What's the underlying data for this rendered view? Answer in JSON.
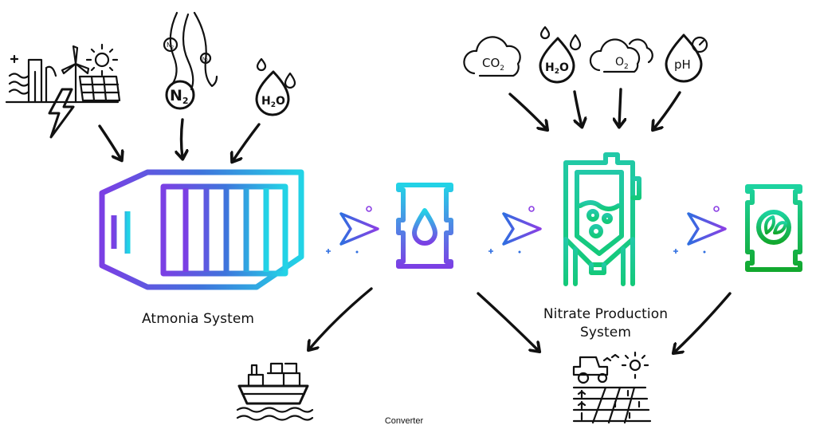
{
  "labels": {
    "atmonia_system": "Atmonia System",
    "nitrate_line1": "Nitrate Production",
    "nitrate_line2": "System",
    "converter": "Converter"
  },
  "inputs_left": {
    "n2_small": "N",
    "n2_sub": "2",
    "n2_big": "N",
    "h2o_h": "H",
    "h2o_2": "2",
    "h2o_o": "O"
  },
  "inputs_right": {
    "co2_c": "CO",
    "co2_sub": "2",
    "h2o_h": "H",
    "h2o_2": "2",
    "h2o_o": "O",
    "o2_o": "O",
    "o2_sub": "2",
    "ph": "pH"
  },
  "colors": {
    "gradient_purple": "#7b3fe4",
    "gradient_blue": "#2f6ee0",
    "gradient_cyan": "#22d3e6",
    "gradient_green": "#14c97a",
    "gradient_darkgreen": "#12a82e",
    "ink": "#111111"
  }
}
